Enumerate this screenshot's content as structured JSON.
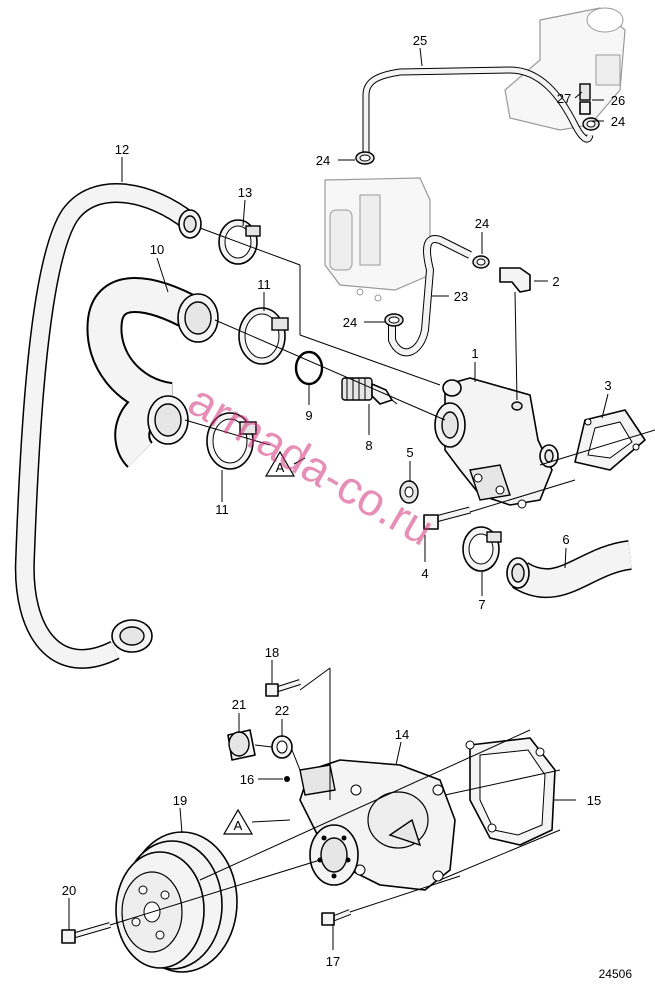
{
  "figure_number": "24506",
  "watermark": "armada-co.ru",
  "reference_mark": "A",
  "part_labels": [
    {
      "id": "p1",
      "text": "1"
    },
    {
      "id": "p2",
      "text": "2"
    },
    {
      "id": "p3",
      "text": "3"
    },
    {
      "id": "p4",
      "text": "4"
    },
    {
      "id": "p5",
      "text": "5"
    },
    {
      "id": "p6",
      "text": "6"
    },
    {
      "id": "p7",
      "text": "7"
    },
    {
      "id": "p8",
      "text": "8"
    },
    {
      "id": "p9",
      "text": "9"
    },
    {
      "id": "p10",
      "text": "10"
    },
    {
      "id": "p11a",
      "text": "11"
    },
    {
      "id": "p11b",
      "text": "11"
    },
    {
      "id": "p12",
      "text": "12"
    },
    {
      "id": "p13",
      "text": "13"
    },
    {
      "id": "p14",
      "text": "14"
    },
    {
      "id": "p15",
      "text": "15"
    },
    {
      "id": "p16",
      "text": "16"
    },
    {
      "id": "p17",
      "text": "17"
    },
    {
      "id": "p18",
      "text": "18"
    },
    {
      "id": "p19",
      "text": "19"
    },
    {
      "id": "p20",
      "text": "20"
    },
    {
      "id": "p21",
      "text": "21"
    },
    {
      "id": "p22",
      "text": "22"
    },
    {
      "id": "p23",
      "text": "23"
    },
    {
      "id": "p24a",
      "text": "24"
    },
    {
      "id": "p24b",
      "text": "24"
    },
    {
      "id": "p24c",
      "text": "24"
    },
    {
      "id": "p24d",
      "text": "24"
    },
    {
      "id": "p25",
      "text": "25"
    },
    {
      "id": "p26",
      "text": "26"
    },
    {
      "id": "p27",
      "text": "27"
    }
  ]
}
